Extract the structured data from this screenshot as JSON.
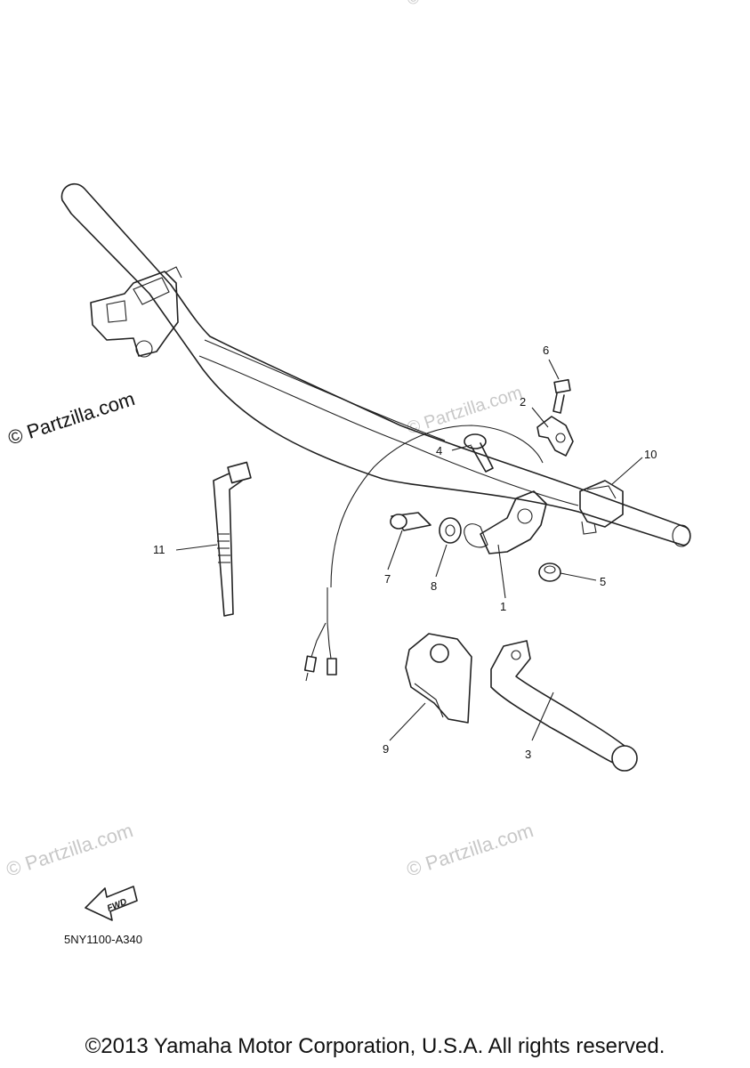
{
  "watermarks": [
    {
      "text": "© Partzilla.com",
      "style": "dark"
    },
    {
      "text": "© Partzilla.com",
      "style": "faint"
    },
    {
      "text": "© Partzilla.com",
      "style": "faint"
    },
    {
      "text": "© Partzilla.com",
      "style": "faint"
    },
    {
      "text": "© Partzilla.com",
      "style": "faint"
    }
  ],
  "callouts": [
    "1",
    "2",
    "3",
    "4",
    "5",
    "6",
    "7",
    "8",
    "9",
    "10",
    "11"
  ],
  "fwd_label": "FWD",
  "drawing_code": "5NY1100-A340",
  "copyright": "©2013 Yamaha Motor Corporation, U.S.A. All rights reserved."
}
